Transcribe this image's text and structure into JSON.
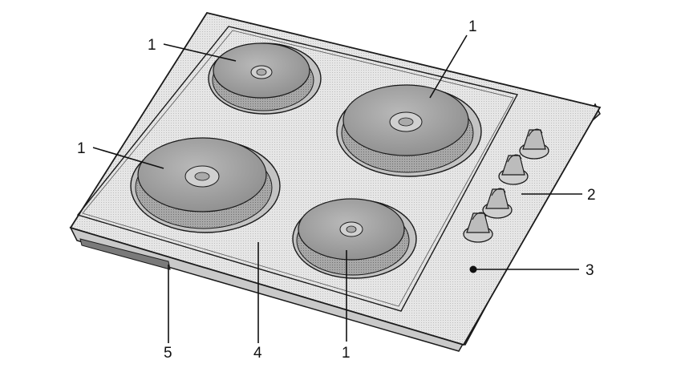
{
  "figure": {
    "subject": "hob",
    "colors": {
      "outline": "#1a1a1a",
      "panel": "#e0e0e0",
      "hotplate": "#9a9a9a",
      "hotplate_rim": "#bdbdbd",
      "background": "#ffffff"
    }
  },
  "callouts": [
    {
      "id": "hotplate-back-left",
      "number": "1"
    },
    {
      "id": "hotplate-back-right",
      "number": "1"
    },
    {
      "id": "hotplate-front-left",
      "number": "1"
    },
    {
      "id": "control-knobs",
      "number": "2"
    },
    {
      "id": "indicator-light",
      "number": "3"
    },
    {
      "id": "hob-surface",
      "number": "4"
    },
    {
      "id": "hotplate-front-right",
      "number": "1"
    },
    {
      "id": "hob-frame",
      "number": "5"
    }
  ]
}
